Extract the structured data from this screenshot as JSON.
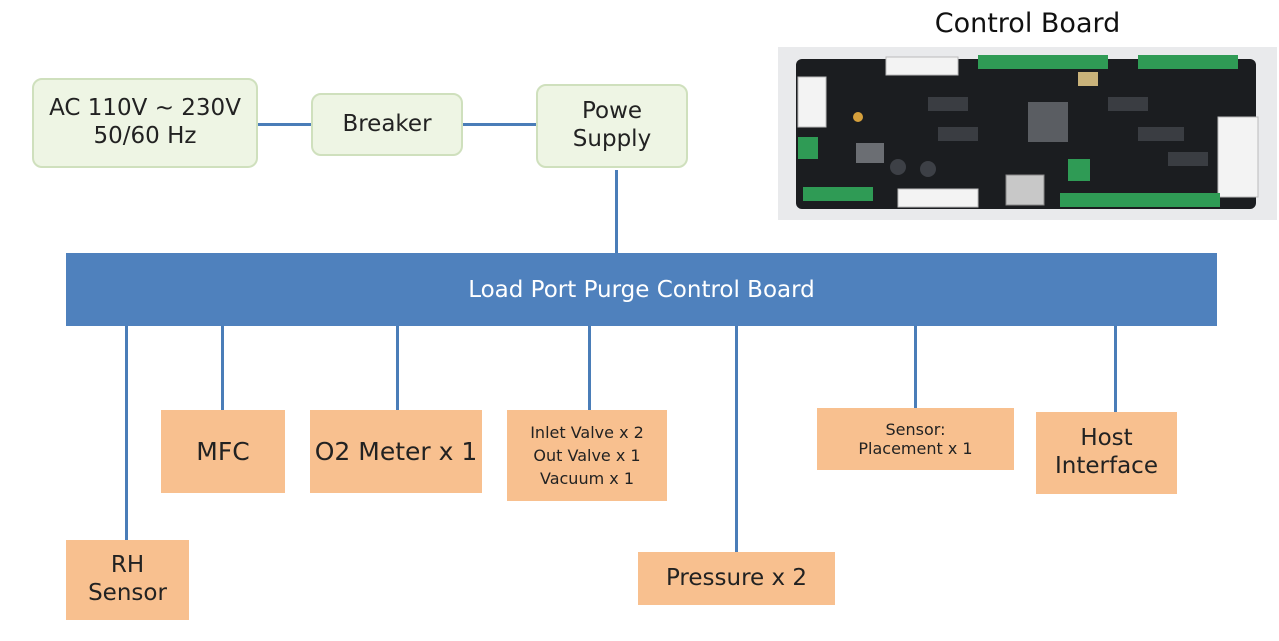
{
  "photo": {
    "title": "Control  Board"
  },
  "power_chain": {
    "ac": {
      "line1": "AC 110V ~ 230V",
      "line2": "50/60 Hz"
    },
    "breaker": "Breaker",
    "supply": {
      "line1": "Powe",
      "line2": "Supply"
    }
  },
  "bus": {
    "label": "Load Port Purge Control Board"
  },
  "peripherals": {
    "rh": {
      "line1": "RH",
      "line2": "Sensor"
    },
    "mfc": "MFC",
    "o2": "O2 Meter x 1",
    "valves": {
      "line1": "Inlet Valve x 2",
      "line2": "Out Valve x 1",
      "line3": "Vacuum x 1"
    },
    "pressure": "Pressure x 2",
    "sensor": {
      "line1": "Sensor:",
      "line2": "Placement x 1"
    },
    "host": {
      "line1": "Host",
      "line2": "Interface"
    }
  },
  "colors": {
    "bus": "#4f81bd",
    "power_box": "#eef5e4",
    "peripheral_box": "#f8c08f",
    "connector": "#4a7db8"
  }
}
